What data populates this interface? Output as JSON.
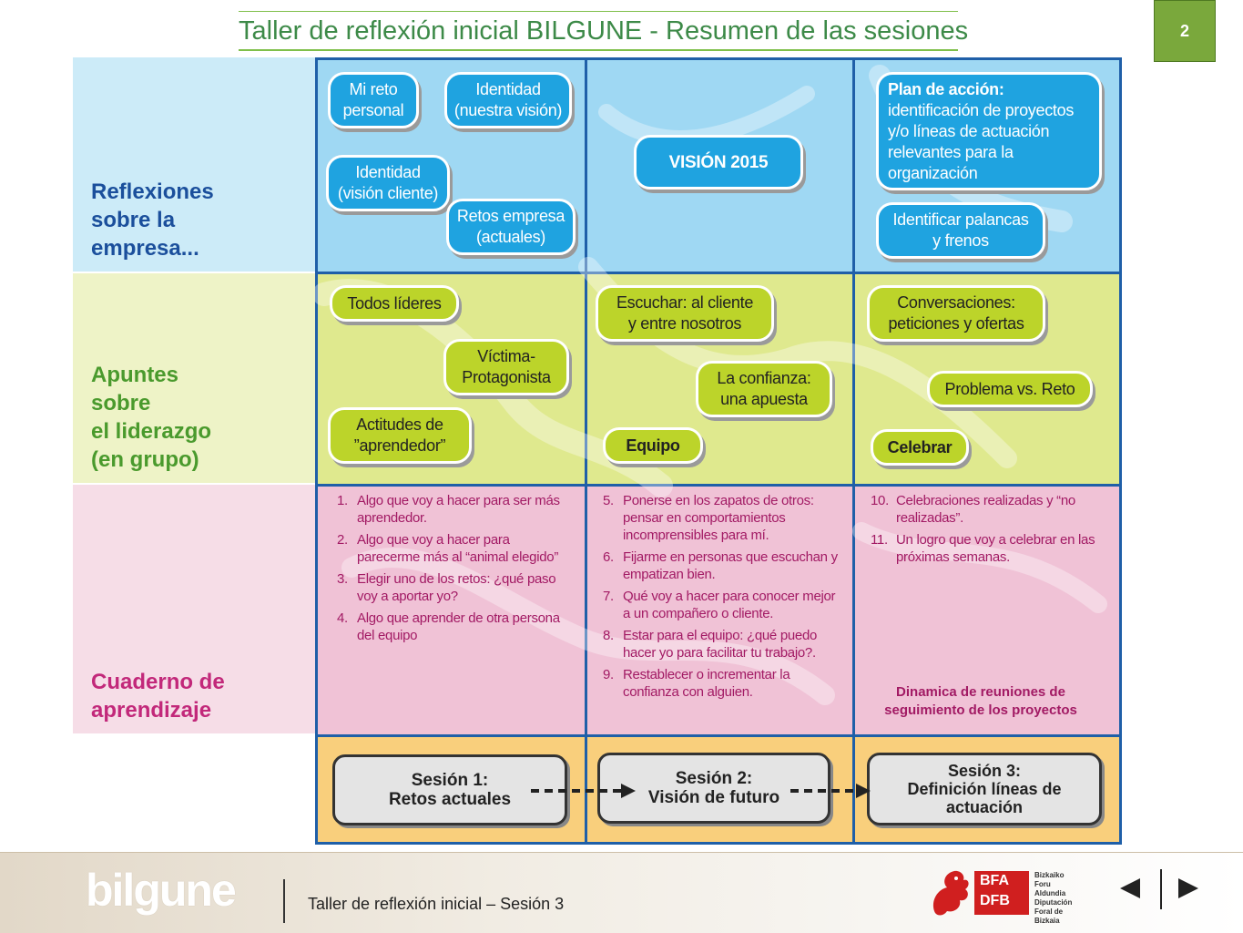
{
  "page_number": "2",
  "title": "Taller de reflexión inicial BILGUNE - Resumen de las sesiones",
  "row_labels": {
    "reflexiones": "Reflexiones\nsobre la\nempresa...",
    "apuntes": "Apuntes\nsobre\nel liderazgo\n(en grupo)",
    "cuaderno": "Cuaderno de\naprendizaje"
  },
  "reflexiones": {
    "mi_reto": "Mi reto\npersonal",
    "identidad_nuestra": "Identidad\n(nuestra visión)",
    "identidad_cliente": "Identidad\n(visión cliente)",
    "retos_empresa": "Retos empresa\n(actuales)",
    "vision_2015": "VISIÓN 2015",
    "plan_accion_title": "Plan de acción:",
    "plan_accion_text": "identificación de proyectos\ny/o líneas de actuación\nrelevantes para la\norganización",
    "palancas": "Identificar palancas\ny frenos"
  },
  "apuntes": {
    "todos_lideres": "Todos líderes",
    "victima": "Víctima-\nProtagonista",
    "actitudes": "Actitudes de\n”aprendedor”",
    "escuchar": "Escuchar: al cliente\ny entre nosotros",
    "confianza": "La confianza:\nuna apuesta",
    "equipo": "Equipo",
    "conversaciones": "Conversaciones:\npeticiones y ofertas",
    "problema": "Problema vs. Reto",
    "celebrar": "Celebrar"
  },
  "cuaderno": {
    "col1": [
      {
        "n": "1.",
        "text": "Algo que voy a hacer para ser más aprendedor."
      },
      {
        "n": "2.",
        "text": "Algo que voy a hacer para parecerme más al “animal elegido”"
      },
      {
        "n": "3.",
        "text": "Elegir uno de los retos: ¿qué paso voy a aportar yo?"
      },
      {
        "n": "4.",
        "text": "Algo que aprender de otra persona del equipo"
      }
    ],
    "col2": [
      {
        "n": "5.",
        "text": "Ponerse en los zapatos de otros: pensar en comportamientos incomprensibles para mí."
      },
      {
        "n": "6.",
        "text": "Fijarme en personas que escuchan y empatizan bien."
      },
      {
        "n": "7.",
        "text": "Qué voy a hacer para conocer mejor a un compañero o cliente."
      },
      {
        "n": "8.",
        "text": "Estar para el equipo: ¿qué puedo hacer yo para facilitar tu trabajo?."
      },
      {
        "n": "9.",
        "text": "Restablecer o incrementar la confianza con alguien."
      }
    ],
    "col3": [
      {
        "n": "10.",
        "text": "Celebraciones realizadas y “no realizadas”."
      },
      {
        "n": "11.",
        "text": "Un logro que voy a celebrar en las próximas semanas."
      }
    ],
    "dinamica": "Dinamica de reuniones de\nseguimiento de los proyectos"
  },
  "sessions": [
    {
      "label": "Sesión 1:\nRetos actuales"
    },
    {
      "label": "Sesión 2:\nVisión de futuro"
    },
    {
      "label": "Sesión 3:\nDefinición líneas de\nactuación"
    }
  ],
  "footer": {
    "logo": "bilgune",
    "text": "Taller de reflexión inicial – Sesión 3",
    "bfa_line1": "BFA",
    "bfa_line2": "DFB",
    "bfa_small": "Bizkaiko Foru\nAldundia\nDiputación\nForal de Bizkaia"
  },
  "colors": {
    "blue_pill": "#1fa3e0",
    "green_pill": "#bcd42a",
    "grid_border": "#1f5fa8",
    "title_green": "#3d8a48",
    "magenta_text": "#a21a64",
    "brand_red": "#d01f1f"
  },
  "icons": [
    "prev-arrow-icon",
    "next-arrow-icon",
    "bfa-dragon-icon"
  ]
}
